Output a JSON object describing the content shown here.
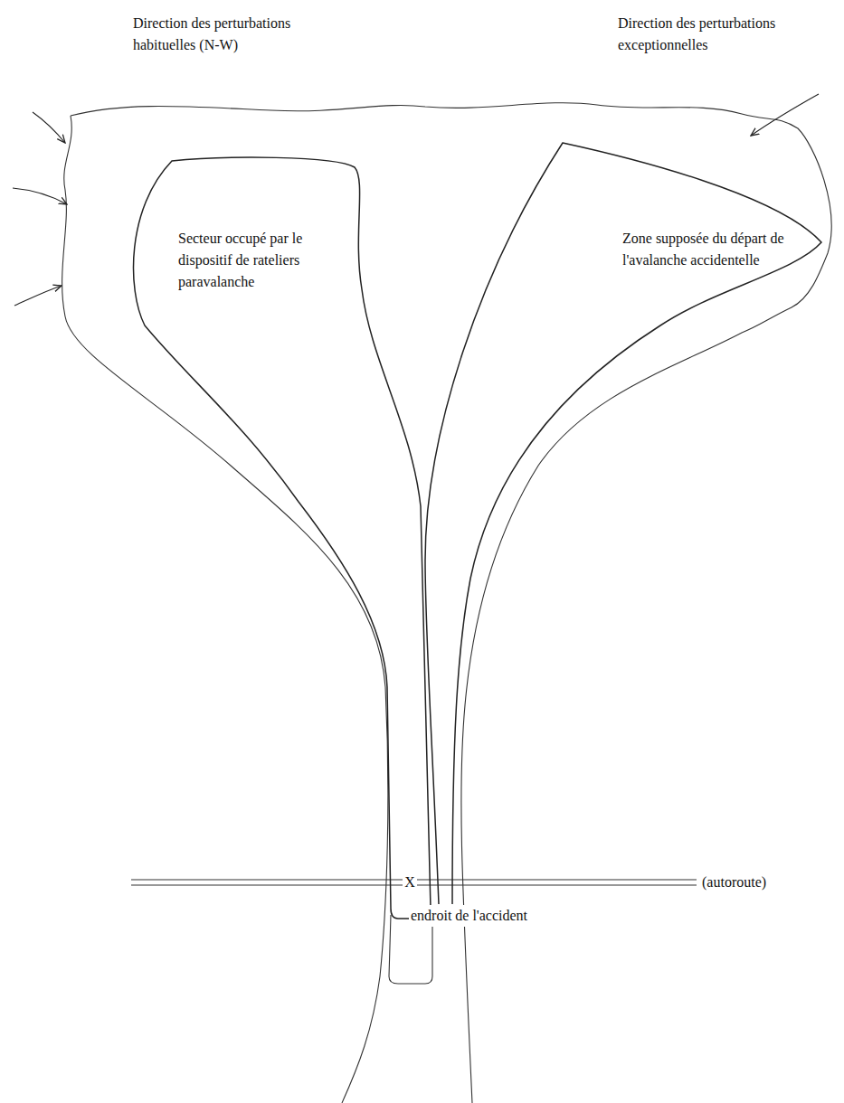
{
  "diagram": {
    "nodes": [
      {
        "text": [
          "Secteur occupé par le dispositif de rateliers paravalanche"
        ]
      },
      {
        "text": [
          "Zone supposée du départ de l'avalanche accidentelle"
        ]
      }
    ],
    "labels": [
      "Direction des perturbations habituelles (N-W)",
      "Direction des perturbations exceptionnelles",
      "X",
      "(autoroute)",
      "endroit de l'accident"
    ]
  }
}
